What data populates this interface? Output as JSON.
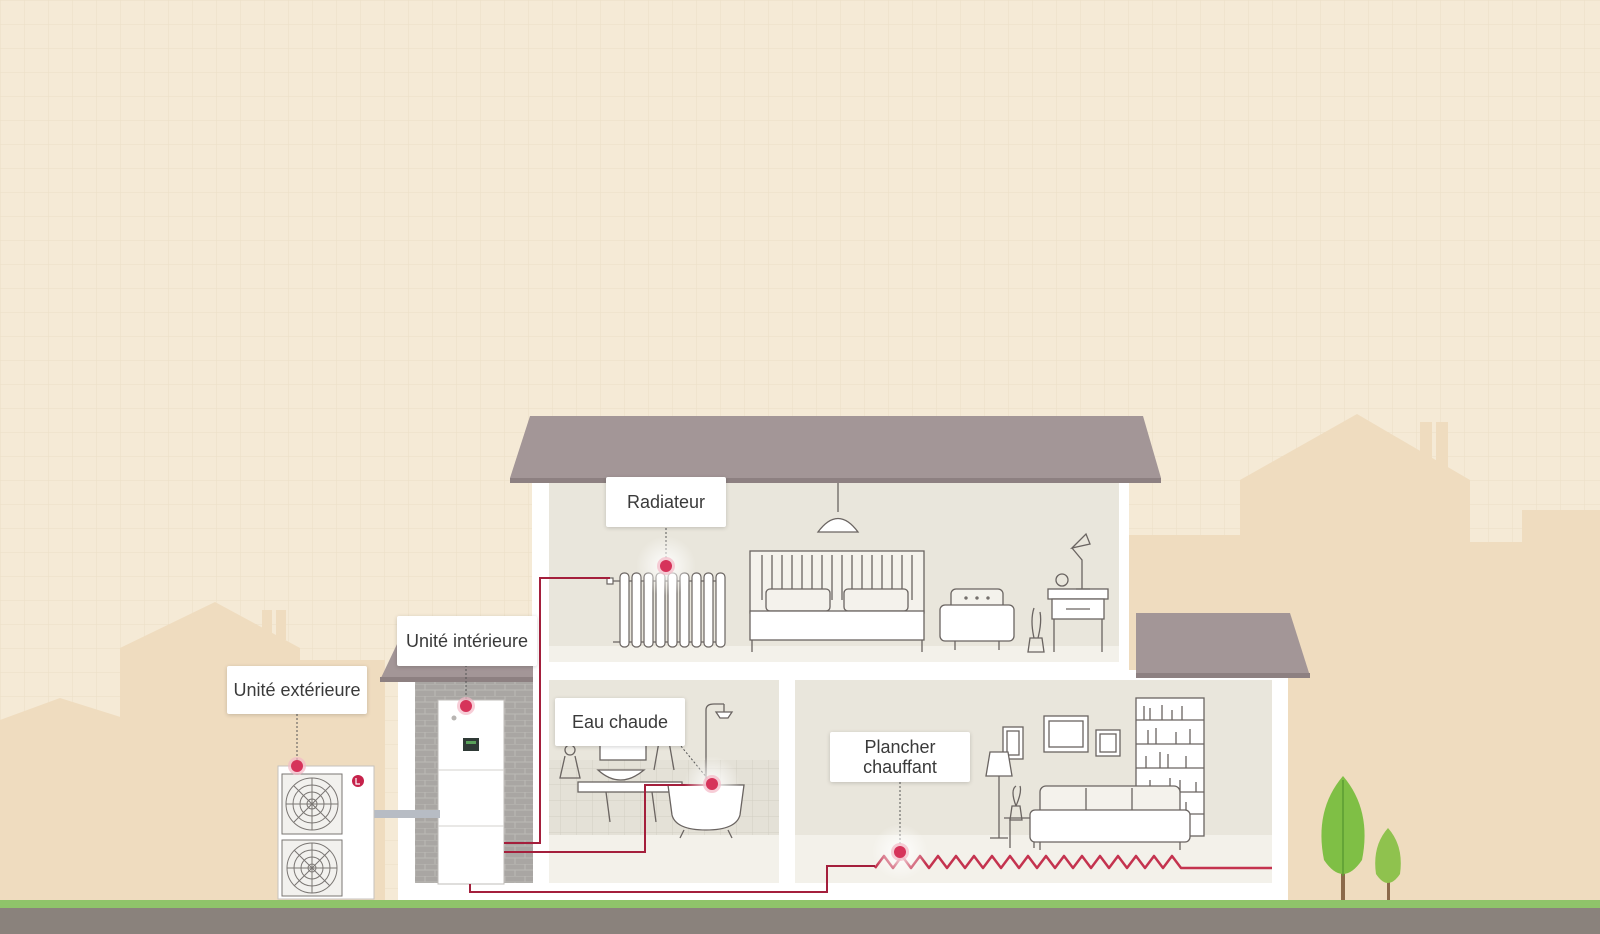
{
  "labels": {
    "radiateur": "Radiateur",
    "unite_interieure": "Unité intérieure",
    "unite_exterieure": "Unité extérieure",
    "eau_chaude": "Eau chaude",
    "plancher_chauffant": "Plancher\nchauffant"
  },
  "colors": {
    "sky": "#f5ead6",
    "silhouette": "#efdcbf",
    "roof": "#a39697",
    "pipe": "#b01e3f",
    "marker": "#d6335a",
    "grass": "#8fc36a",
    "ground": "#8a827c"
  },
  "icons": [
    "lg-logo-icon",
    "fan-icon",
    "tree-icon"
  ]
}
